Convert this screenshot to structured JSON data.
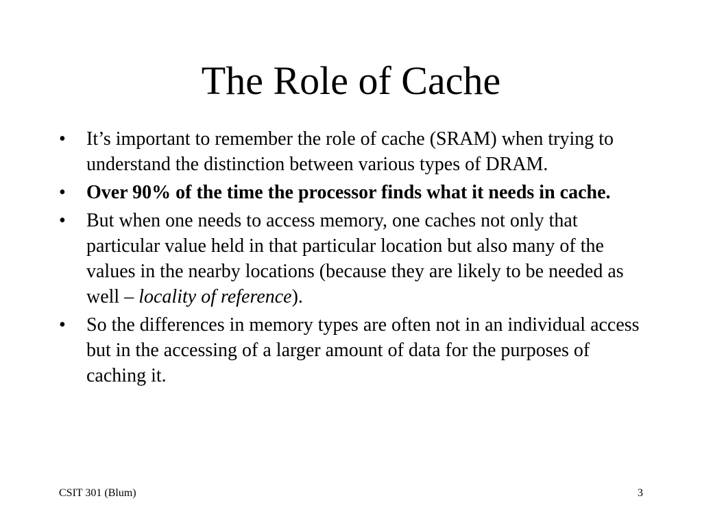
{
  "slide": {
    "title": "The Role of Cache",
    "bullet_marker": "•",
    "bullets": [
      {
        "text": "It’s important to remember the role of cache (SRAM) when trying to understand the distinction between various types of DRAM."
      },
      {
        "text": "Over 90% of the time the processor finds what it needs in cache."
      },
      {
        "text_before": "But when one needs to access memory, one caches not only that particular value held in that particular location but also many of the values in the nearby locations (because they are likely to be needed as well – ",
        "italic": "locality of reference",
        "text_after": ")."
      },
      {
        "text": "So the differences in memory types are often not in an individual access but in the accessing of a larger amount of data for the purposes of caching it."
      }
    ]
  },
  "footer": {
    "course": "CSIT 301 (Blum)",
    "page_number": "3"
  }
}
